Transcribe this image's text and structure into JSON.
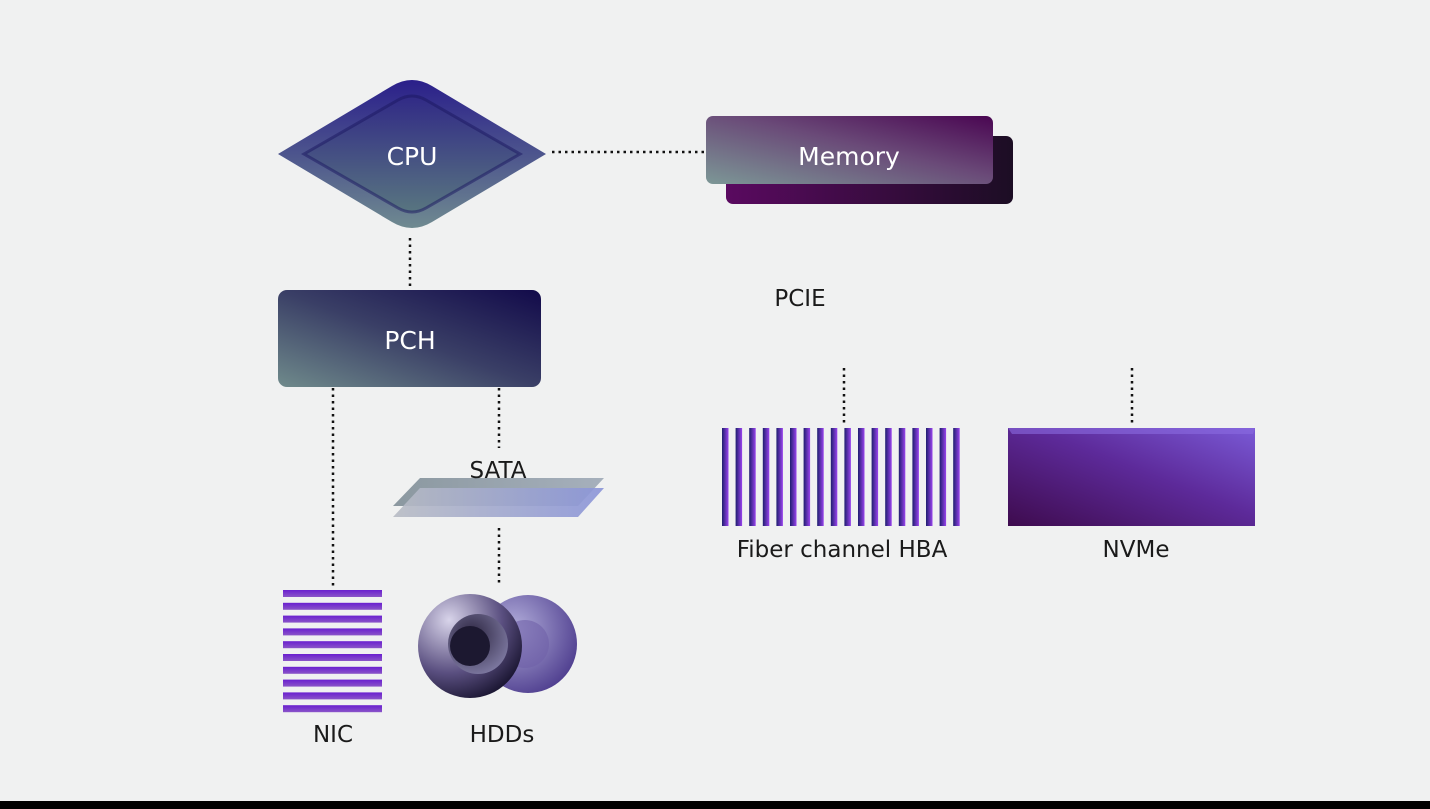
{
  "nodes": {
    "cpu": "CPU",
    "memory": "Memory",
    "pch": "PCH",
    "pcie": "PCIE",
    "sata": "SATA",
    "fiber_channel_hba": "Fiber channel HBA",
    "nvme": "NVMe",
    "nic": "NIC",
    "hdds": "HDDs"
  },
  "colors": {
    "background": "#f0f1f1",
    "purple": "#7a2fd6",
    "dark_purple": "#3d0848",
    "navy": "#221b5e",
    "slate": "#657f84",
    "connector": "#111111"
  }
}
